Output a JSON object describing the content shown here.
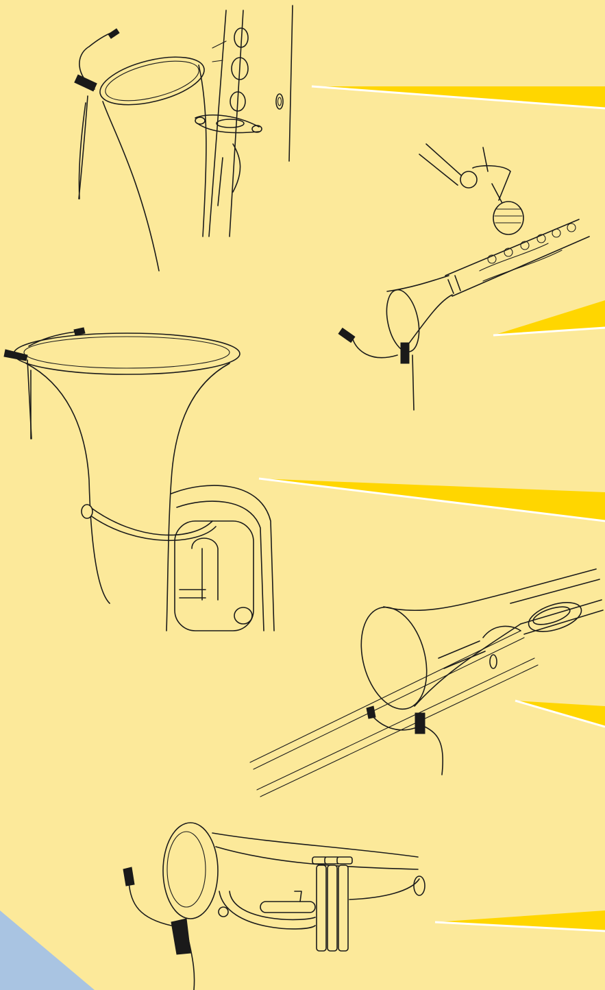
{
  "colors": {
    "background": "#FCE99A",
    "accent_stripe": "#FFD600",
    "stripe_highlight": "#FFFFFF",
    "corner_triangle": "#A9C4E2",
    "line_art": "#1a1a1a"
  },
  "illustrations": [
    {
      "instrument": "saxophone",
      "icon": "saxophone-with-clip-microphone-icon"
    },
    {
      "instrument": "clarinet",
      "icon": "clarinet-with-clip-microphone-icon"
    },
    {
      "instrument": "tuba",
      "icon": "tuba-with-clip-microphone-icon"
    },
    {
      "instrument": "trombone",
      "icon": "trombone-with-clip-microphone-icon"
    },
    {
      "instrument": "trumpet",
      "icon": "trumpet-with-clip-microphone-icon"
    }
  ]
}
